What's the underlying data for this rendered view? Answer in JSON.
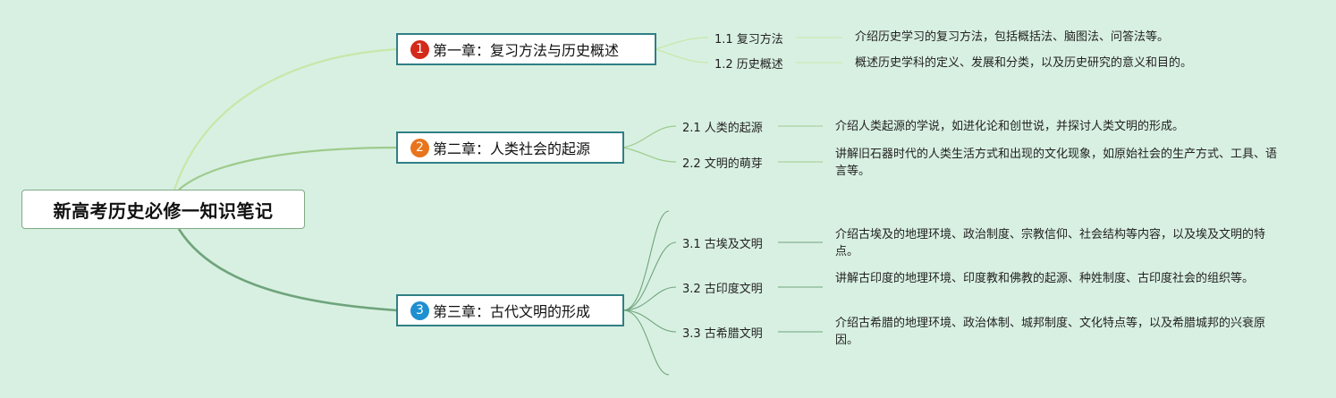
{
  "root": {
    "title": "新高考历史必修一知识笔记"
  },
  "chapters": [
    {
      "number": "1",
      "badge_color": "#d32a1a",
      "title": "第一章：复习方法与历史概述",
      "sections": [
        {
          "title": "1.1 复习方法",
          "description": "介绍历史学习的复习方法，包括概括法、脑图法、问答法等。"
        },
        {
          "title": "1.2 历史概述",
          "description": "概述历史学科的定义、发展和分类，以及历史研究的意义和目的。"
        }
      ]
    },
    {
      "number": "2",
      "badge_color": "#e8741c",
      "title": "第二章：人类社会的起源",
      "sections": [
        {
          "title": "2.1 人类的起源",
          "description": "介绍人类起源的学说，如进化论和创世说，并探讨人类文明的形成。"
        },
        {
          "title": "2.2 文明的萌芽",
          "description": "讲解旧石器时代的人类生活方式和出现的文化现象，如原始社会的生产方式、工具、语言等。"
        }
      ]
    },
    {
      "number": "3",
      "badge_color": "#1e8fd0",
      "title": "第三章：古代文明的形成",
      "sections": [
        {
          "title": "3.1 古埃及文明",
          "description": "介绍古埃及的地理环境、政治制度、宗教信仰、社会结构等内容，以及埃及文明的特点。"
        },
        {
          "title": "3.2 古印度文明",
          "description": "讲解古印度的地理环境、印度教和佛教的起源、种姓制度、古印度社会的组织等。"
        },
        {
          "title": "3.3 古希腊文明",
          "description": "介绍古希腊的地理环境、政治体制、城邦制度、文化特点等，以及希腊城邦的兴衰原因。"
        }
      ]
    }
  ],
  "colors": {
    "background": "#d8f0e2",
    "branch_1": "#c6e8a8",
    "branch_2": "#9ecb8c",
    "branch_3": "#6fa47c",
    "chapter_border": "#2f7f86"
  }
}
